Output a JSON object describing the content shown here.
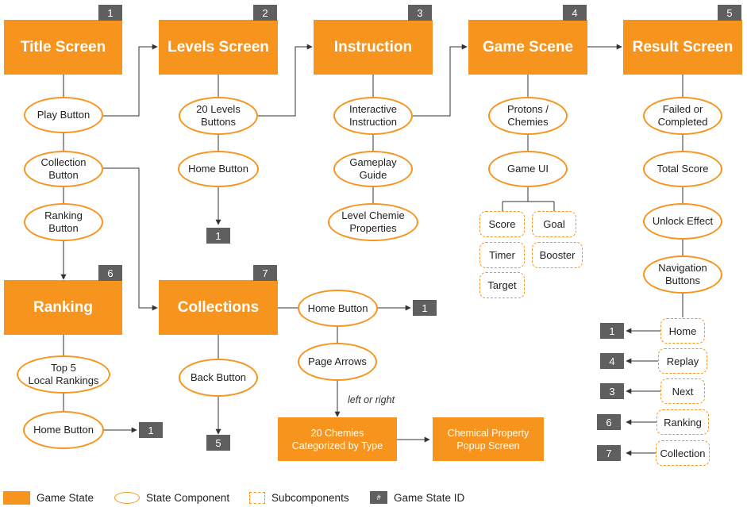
{
  "colors": {
    "state": "#f7941d",
    "id_badge": "#5f5f5f",
    "line": "#333333"
  },
  "states": [
    {
      "id": "1",
      "label": "Title Screen"
    },
    {
      "id": "2",
      "label": "Levels Screen"
    },
    {
      "id": "3",
      "label": "Instruction"
    },
    {
      "id": "4",
      "label": "Game Scene"
    },
    {
      "id": "5",
      "label": "Result Screen"
    },
    {
      "id": "6",
      "label": "Ranking"
    },
    {
      "id": "7",
      "label": "Collections"
    }
  ],
  "components": {
    "title": [
      "Play Button",
      "Collection\nButton",
      "Ranking\nButton"
    ],
    "levels": [
      "20 Levels\nButtons",
      "Home Button"
    ],
    "instruction": [
      "Interactive\nInstruction",
      "Gameplay\nGuide",
      "Level Chemie\nProperties"
    ],
    "game": [
      "Protons /\nChemies",
      "Game UI"
    ],
    "result": [
      "Failed or\nCompleted",
      "Total Score",
      "Unlock Effect",
      "Navigation\nButtons"
    ],
    "ranking": [
      "Top 5\nLocal Rankings",
      "Home Button"
    ],
    "collections_back": "Back Button",
    "collections_home": "Home Button",
    "collections_arrows": "Page Arrows"
  },
  "subcomponents": {
    "game_left": [
      "Score",
      "Timer",
      "Target"
    ],
    "game_right": [
      "Goal",
      "Booster"
    ],
    "result_nav": [
      "Home",
      "Replay",
      "Next",
      "Ranking",
      "Collection"
    ]
  },
  "result_nav_targets": [
    "1",
    "4",
    "3",
    "6",
    "7"
  ],
  "small_states": [
    "20 Chemies\nCategorized by Type",
    "Chemical Property\nPopup Screen"
  ],
  "edge_label": "left or right",
  "terminal_refs": {
    "levels_home": "1",
    "ranking_home": "1",
    "collections_home": "1",
    "collections_back": "5"
  },
  "legend": {
    "game_state": "Game State",
    "state_component": "State Component",
    "subcomponents": "Subcomponents",
    "game_state_id": "Game State ID",
    "id_glyph": "#"
  }
}
